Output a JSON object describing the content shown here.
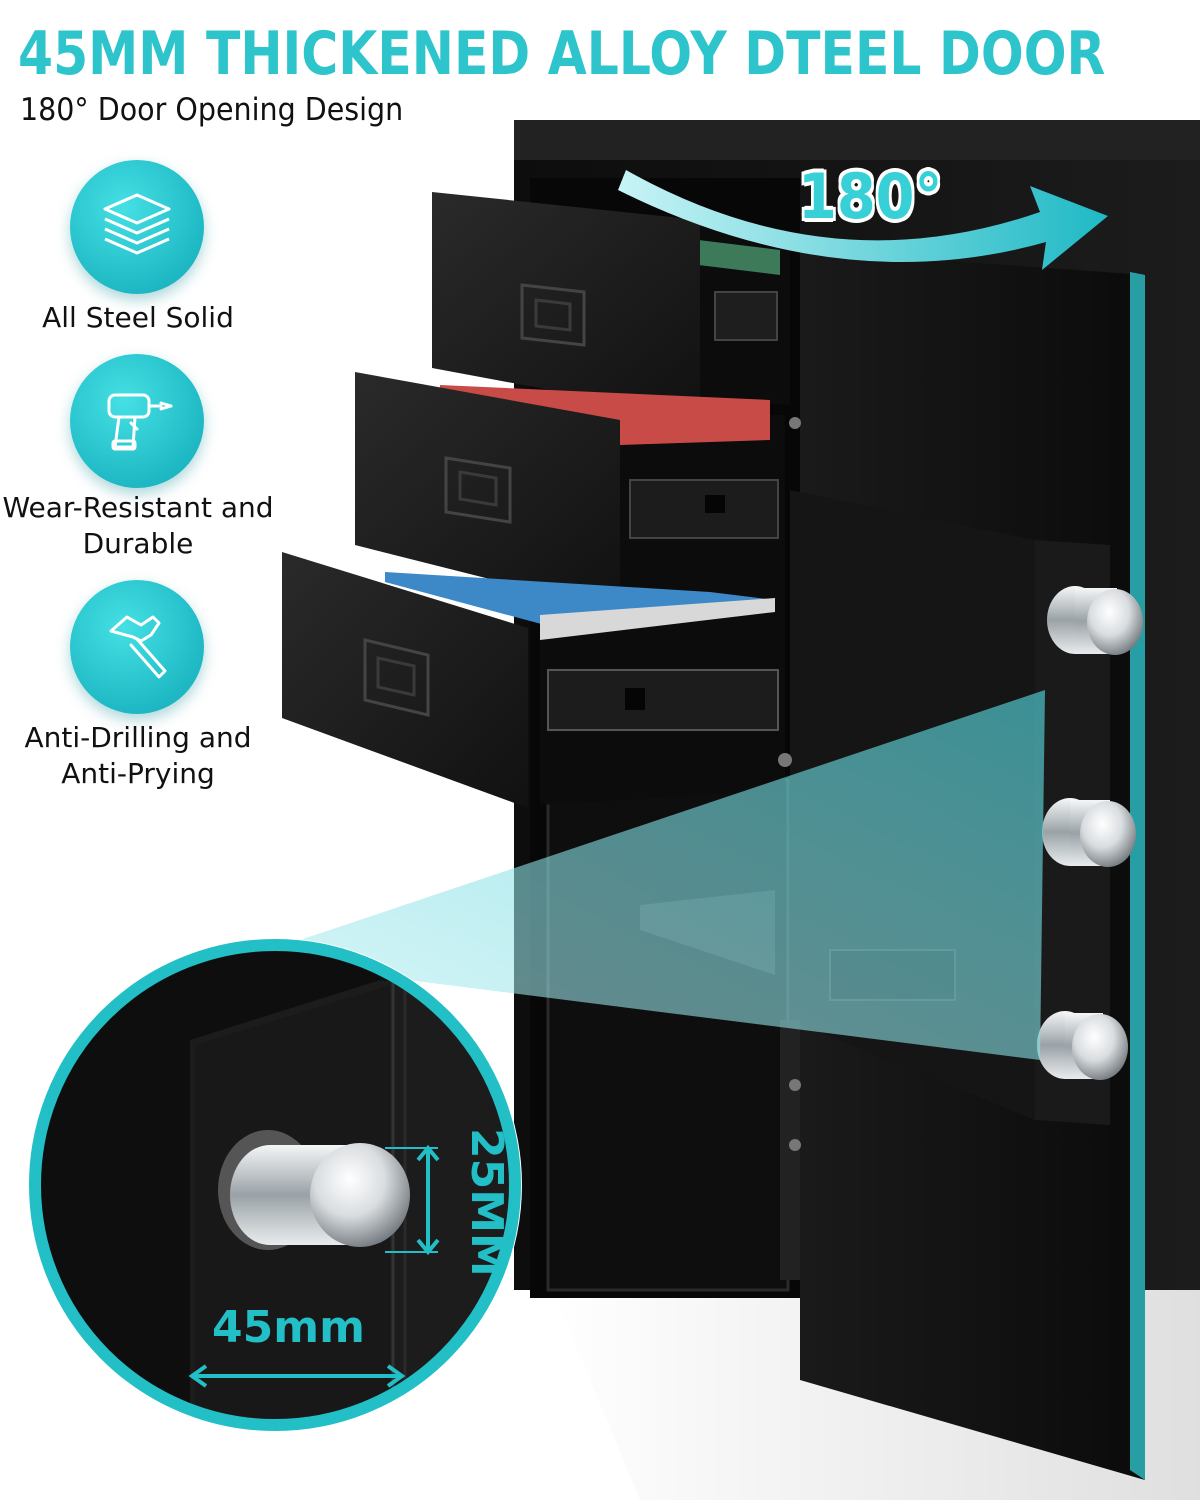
{
  "headline": "45MM THICKENED ALLOY DTEEL DOOR",
  "subtitle": "180° Door Opening Design",
  "rotation_badge": "180°",
  "features": [
    {
      "icon": "layers-icon",
      "label": "All Steel Solid"
    },
    {
      "icon": "drill-icon",
      "label": "Wear-Resistant and Durable"
    },
    {
      "icon": "hammer-icon",
      "label": "Anti-Drilling and Anti-Prying"
    }
  ],
  "dimensions": {
    "bolt_diameter": "25MM",
    "door_thickness": "45mm"
  },
  "colors": {
    "accent": "#2ec4cc",
    "safe_body": "#141414",
    "folder_green": "#3d7a5a",
    "folder_red": "#c84b48",
    "folder_blue": "#3d88c6"
  }
}
